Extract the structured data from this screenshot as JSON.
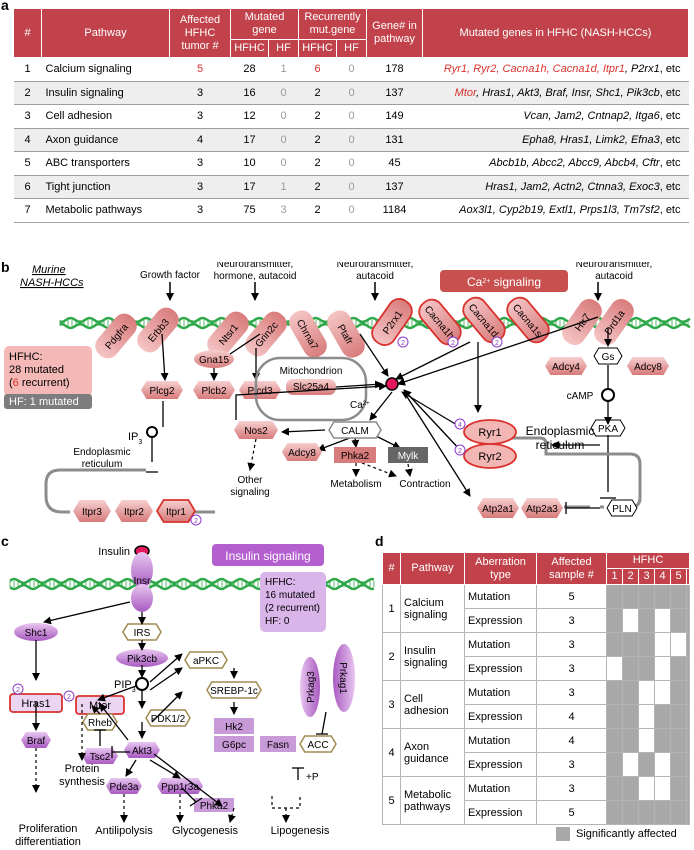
{
  "panel_a": {
    "letter": "a",
    "headers": {
      "num": "#",
      "pathway": "Pathway",
      "affected": [
        "Affected",
        "HFHC",
        "tumor #"
      ],
      "mutated_gene": "Mutated gene",
      "recurrently": [
        "Recurrently",
        "mut.gene"
      ],
      "gene_count": [
        "Gene# in",
        "pathway"
      ],
      "mutated_genes_hfhc": "Mutated genes in HFHC (NASH-HCCs)",
      "sub_hfhc": "HFHC",
      "sub_hf": "HF"
    },
    "rows": [
      {
        "num": "1",
        "pathway": "Calcium signaling",
        "affected": "5",
        "mut_hfhc": "28",
        "mut_hf": "1",
        "rec_hfhc": "6",
        "rec_hf": "0",
        "genes_in": "178",
        "genes_red": "Ryr1, Ryr2, Cacna1h, Cacna1d, Itpr1",
        "genes_black": ", P2rx1",
        "etc": ", etc"
      },
      {
        "num": "2",
        "pathway": "Insulin signaling",
        "affected": "3",
        "mut_hfhc": "16",
        "mut_hf": "0",
        "rec_hfhc": "2",
        "rec_hf": "0",
        "genes_in": "137",
        "genes_red": "Mtor",
        "genes_black": ", Hras1, Akt3, Braf, Insr, Shc1, Pik3cb",
        "etc": ", etc"
      },
      {
        "num": "3",
        "pathway": "Cell adhesion",
        "affected": "3",
        "mut_hfhc": "12",
        "mut_hf": "0",
        "rec_hfhc": "2",
        "rec_hf": "0",
        "genes_in": "149",
        "genes_red": "",
        "genes_black": "Vcan, Jam2, Cntnap2, Itga6",
        "etc": ", etc"
      },
      {
        "num": "4",
        "pathway": "Axon guidance",
        "affected": "4",
        "mut_hfhc": "17",
        "mut_hf": "0",
        "rec_hfhc": "2",
        "rec_hf": "0",
        "genes_in": "131",
        "genes_red": "",
        "genes_black": "Epha8, Hras1, Limk2, Efna3",
        "etc": ", etc"
      },
      {
        "num": "5",
        "pathway": "ABC transporters",
        "affected": "3",
        "mut_hfhc": "10",
        "mut_hf": "0",
        "rec_hfhc": "2",
        "rec_hf": "0",
        "genes_in": "45",
        "genes_red": "",
        "genes_black": "Abcb1b, Abcc2, Abcc9, Abcb4, Cftr",
        "etc": ", etc"
      },
      {
        "num": "6",
        "pathway": "Tight junction",
        "affected": "3",
        "mut_hfhc": "17",
        "mut_hf": "1",
        "rec_hfhc": "2",
        "rec_hf": "0",
        "genes_in": "137",
        "genes_red": "",
        "genes_black": "Hras1, Jam2, Actn2, Ctnna3, Exoc3",
        "etc": ", etc"
      },
      {
        "num": "7",
        "pathway": "Metabolic pathways",
        "affected": "3",
        "mut_hfhc": "75",
        "mut_hf": "3",
        "rec_hfhc": "2",
        "rec_hf": "0",
        "genes_in": "1184",
        "genes_red": "",
        "genes_black": "Aox3l1, Cyp2b19, Extl1, Prps1l3, Tm7sf2",
        "etc": ", etc"
      }
    ]
  },
  "panel_b": {
    "letter": "b",
    "title_line1": "Murine",
    "title_line2": "NASH-HCCs",
    "ca_signaling": "Ca",
    "ca_signaling_sup": "2+",
    "ca_signaling_tail": " signaling",
    "inputs": {
      "growth": "Growth factor",
      "neuro1_l1": "Neurotransmitter,",
      "neuro1_l2": "hormone, autacoid",
      "neuro2_l1": "Neurotransmitter,",
      "neuro2_l2": "autacoid",
      "neuro3_l1": "Neurotransmitter,",
      "neuro3_l2": "autacoid"
    },
    "receptors": {
      "pdgfra": "Pdgfra",
      "erbb3": "Erbb3",
      "ntsr1": "Ntsr1",
      "grin2c": "Grin2c",
      "chrna7": "Chrna7",
      "ptafr": "Ptafr",
      "p2rx1": "P2rx1",
      "cacna1h": "Cacna1h",
      "cacna1d": "Cacna1d",
      "cacna1s": "Cacna1s",
      "htr7": "Htr7",
      "drd1a": "Drd1a"
    },
    "summary_l1": "HFHC:",
    "summary_l2": "28 mutated",
    "summary_l3_open": "(",
    "summary_l3_num": "6",
    "summary_l3_close": " recurrent)",
    "summary_hf": "HF: 1 mutated",
    "nodes": {
      "gna15": "Gna15",
      "plcg2": "Plcg2",
      "plcb2": "Plcb2",
      "plcd3": "Plcd3",
      "ip3": "IP",
      "ip3_sub": "3",
      "mito": "Mitochondrion",
      "slc25a4": "Slc25a4",
      "ca": "Ca",
      "ca_sup": "2+",
      "er_left_l1": "Endoplasmic",
      "er_left_l2": "reticulum",
      "itpr3": "Itpr3",
      "itpr2": "Itpr2",
      "itpr1": "Itpr1",
      "nos2": "Nos2",
      "calm": "CALM",
      "adcy8": "Adcy8",
      "phka2": "Phka2",
      "mylk": "Mylk",
      "other_l1": "Other",
      "other_l2": "signaling",
      "metabolism": "Metabolism",
      "contraction": "Contraction",
      "gs": "Gs",
      "adcy4": "Adcy4",
      "adcy8r": "Adcy8",
      "camp": "cAMP",
      "pka": "PKA",
      "ryr1": "Ryr1",
      "ryr2": "Ryr2",
      "er_right_l1": "Endoplasmic",
      "er_right_l2": "reticulum",
      "atp2a1": "Atp2a1",
      "atp2a3": "Atp2a3",
      "pln": "PLN"
    },
    "recurrence": {
      "p2rx1": "2",
      "cacna1h": "2",
      "cacna1d": "2",
      "itpr1": "2",
      "ryr1": "4",
      "ryr2": "2"
    }
  },
  "panel_c": {
    "letter": "c",
    "insulin": "Insulin",
    "title": "Insulin signaling",
    "summary_l1": "HFHC:",
    "summary_l2": "16 mutated",
    "summary_l3": "(2 recurrent)",
    "summary_l4": "HF: 0",
    "nodes": {
      "insr": "Insr",
      "irs": "IRS",
      "shc1": "Shc1",
      "pik3cb": "Pik3cb",
      "apkc": "aPKC",
      "pip3": "PIP",
      "pip3_sub": "3",
      "mtor": "Mtor",
      "pdk": "PDK1/2",
      "srebp": "SREBP-1c",
      "prkag3": "Prkag3",
      "prkag1": "Prkag1",
      "hras1": "Hras1",
      "rheb": "Rheb",
      "tsc2": "Tsc2",
      "akt3": "Akt3",
      "hk2": "Hk2",
      "g6pc": "G6pc",
      "fasn": "Fasn",
      "acc": "ACC",
      "plusp": "+P",
      "protein_l1": "Protein",
      "protein_l2": "synthesis",
      "braf": "Braf",
      "pde3a": "Pde3a",
      "ppp1r3a": "Ppp1r3a",
      "phka2": "Phka2",
      "prolif_l1": "Proliferation",
      "prolif_l2": "differentiation",
      "antilipolysis": "Antilipolysis",
      "glycogenesis": "Glycogenesis",
      "lipogenesis": "Lipogenesis"
    },
    "recurrence": {
      "mtor": "2",
      "hras1": "2"
    }
  },
  "panel_d": {
    "letter": "d",
    "headers": {
      "num": "#",
      "pathway": "Pathway",
      "aberration": [
        "Aberration",
        "type"
      ],
      "affected": [
        "Affected",
        "sample #"
      ],
      "hfhc": "HFHC",
      "samples": [
        "1",
        "2",
        "3",
        "4",
        "5"
      ]
    },
    "groups": [
      {
        "num": "1",
        "pathway": [
          "Calcium",
          "signaling"
        ],
        "rows": [
          {
            "type": "Mutation",
            "count": "5",
            "cells": [
              1,
              1,
              1,
              1,
              1
            ]
          },
          {
            "type": "Expression",
            "count": "3",
            "cells": [
              1,
              0,
              1,
              0,
              1
            ]
          }
        ]
      },
      {
        "num": "2",
        "pathway": [
          "Insulin",
          "signaling"
        ],
        "rows": [
          {
            "type": "Mutation",
            "count": "3",
            "cells": [
              1,
              1,
              1,
              0,
              0
            ]
          },
          {
            "type": "Expression",
            "count": "3",
            "cells": [
              0,
              1,
              1,
              0,
              1
            ]
          }
        ]
      },
      {
        "num": "3",
        "pathway": [
          "Cell",
          "adhesion"
        ],
        "rows": [
          {
            "type": "Mutation",
            "count": "3",
            "cells": [
              1,
              1,
              0,
              0,
              1
            ]
          },
          {
            "type": "Expression",
            "count": "4",
            "cells": [
              1,
              1,
              0,
              1,
              1
            ]
          }
        ]
      },
      {
        "num": "4",
        "pathway": [
          "Axon",
          "guidance"
        ],
        "rows": [
          {
            "type": "Mutation",
            "count": "4",
            "cells": [
              1,
              1,
              0,
              1,
              1
            ]
          },
          {
            "type": "Expression",
            "count": "3",
            "cells": [
              1,
              0,
              1,
              0,
              1
            ]
          }
        ]
      },
      {
        "num": "5",
        "pathway": [
          "Metabolic",
          "pathways"
        ],
        "rows": [
          {
            "type": "Mutation",
            "count": "3",
            "cells": [
              1,
              1,
              0,
              0,
              1
            ]
          },
          {
            "type": "Expression",
            "count": "5",
            "cells": [
              1,
              1,
              1,
              1,
              1
            ]
          }
        ]
      }
    ],
    "legend": "Significantly affected",
    "colors": {
      "on": "#a9a9a9",
      "off": "#ffffff"
    }
  }
}
